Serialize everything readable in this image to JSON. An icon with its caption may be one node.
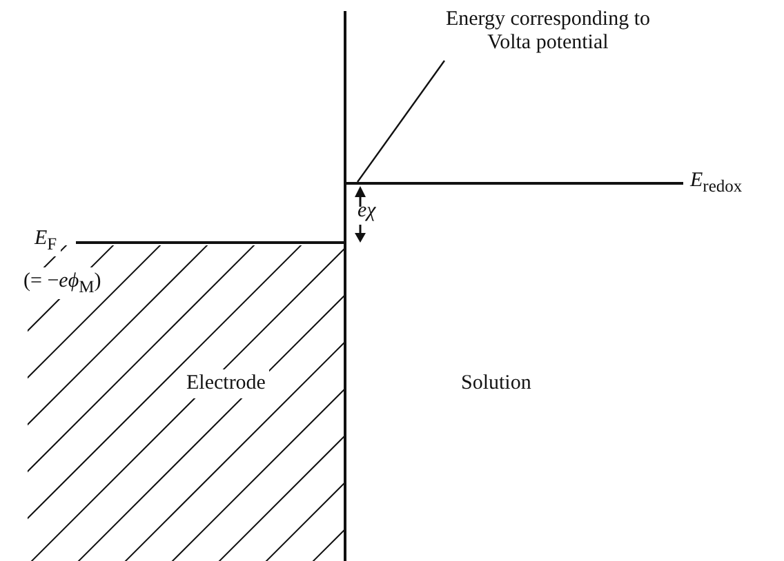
{
  "diagram": {
    "nodes": [
      {
        "text": [
          "Energy corresponding to Volta potential"
        ]
      },
      {
        "text": [],
        "shape": "bar",
        "beside": [
          "*E*$_{redox}$"
        ]
      }
    ],
    "edges": [
      {
        "from": 0,
        "to": 1,
        "arrow": "none"
      }
    ],
    "labels": [
      "eχ",
      "*E*$_{F}$",
      "(= −*eϕ*$_{M}$)",
      "Electrode",
      "Solution"
    ]
  }
}
